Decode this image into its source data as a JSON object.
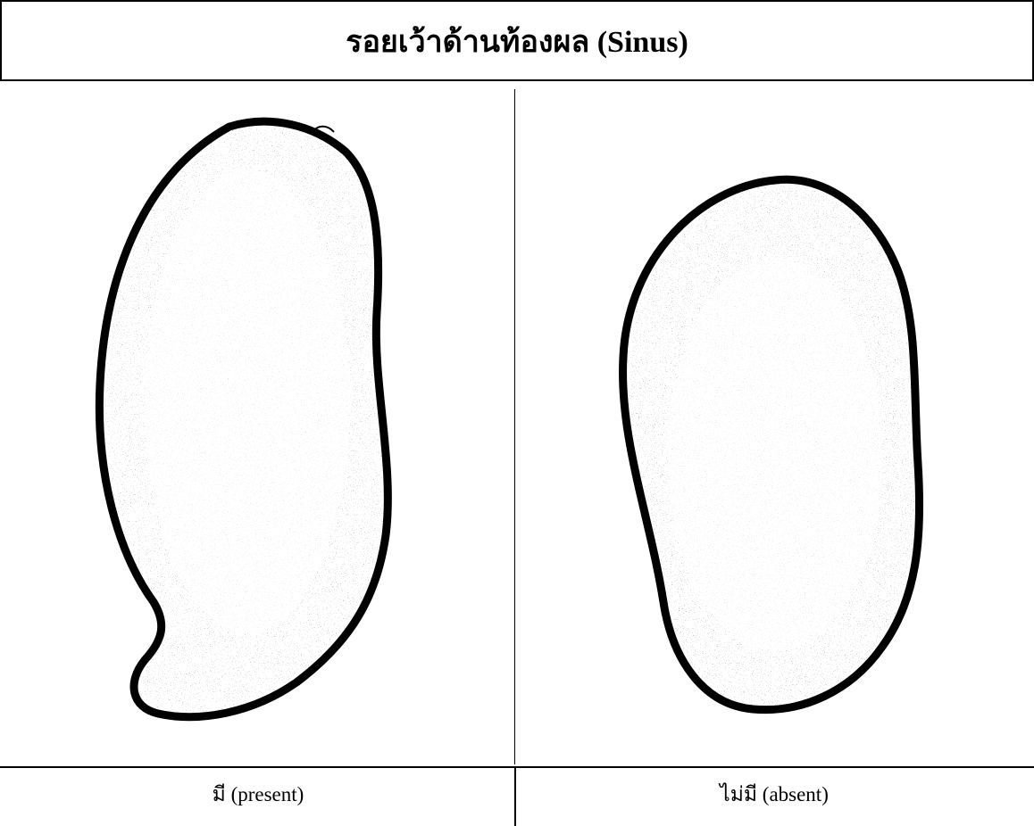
{
  "title": "รอยเว้าด้านท้องผล (Sinus)",
  "options": [
    {
      "label": "มี (present)",
      "shape": "fruit-with-sinus"
    },
    {
      "label": "ไม่มี (absent)",
      "shape": "fruit-without-sinus"
    }
  ],
  "colors": {
    "ink": "#000000",
    "paper": "#ffffff"
  }
}
